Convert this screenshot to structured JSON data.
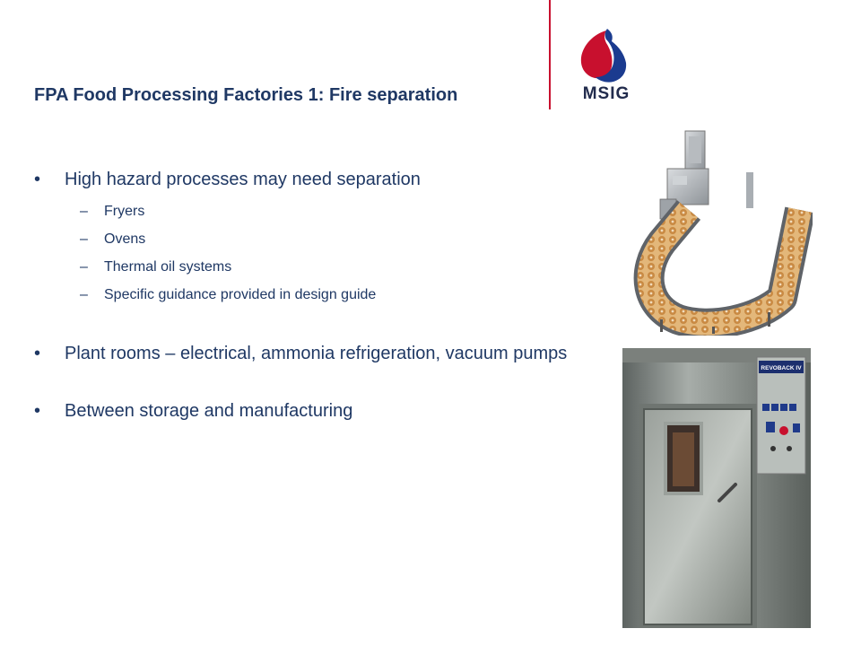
{
  "slide": {
    "title": "FPA Food Processing Factories 1: Fire separation",
    "logo_text": "MSIG",
    "bullets": [
      {
        "text": "High hazard processes may need separation",
        "subitems": [
          "Fryers",
          "Ovens",
          "Thermal oil systems",
          "Specific guidance provided in design guide"
        ]
      },
      {
        "text": "Plant rooms – electrical, ammonia refrigeration, vacuum pumps"
      },
      {
        "text": "Between storage and manufacturing"
      }
    ],
    "bullet_glyph": "•",
    "sub_glyph": "–",
    "oven_label": "REVOBACK IV"
  },
  "colors": {
    "title": "#1f3864",
    "accent_red": "#c8102e",
    "logo_blue": "#1b3b8f"
  },
  "icons": [
    "msig-logo-icon"
  ]
}
